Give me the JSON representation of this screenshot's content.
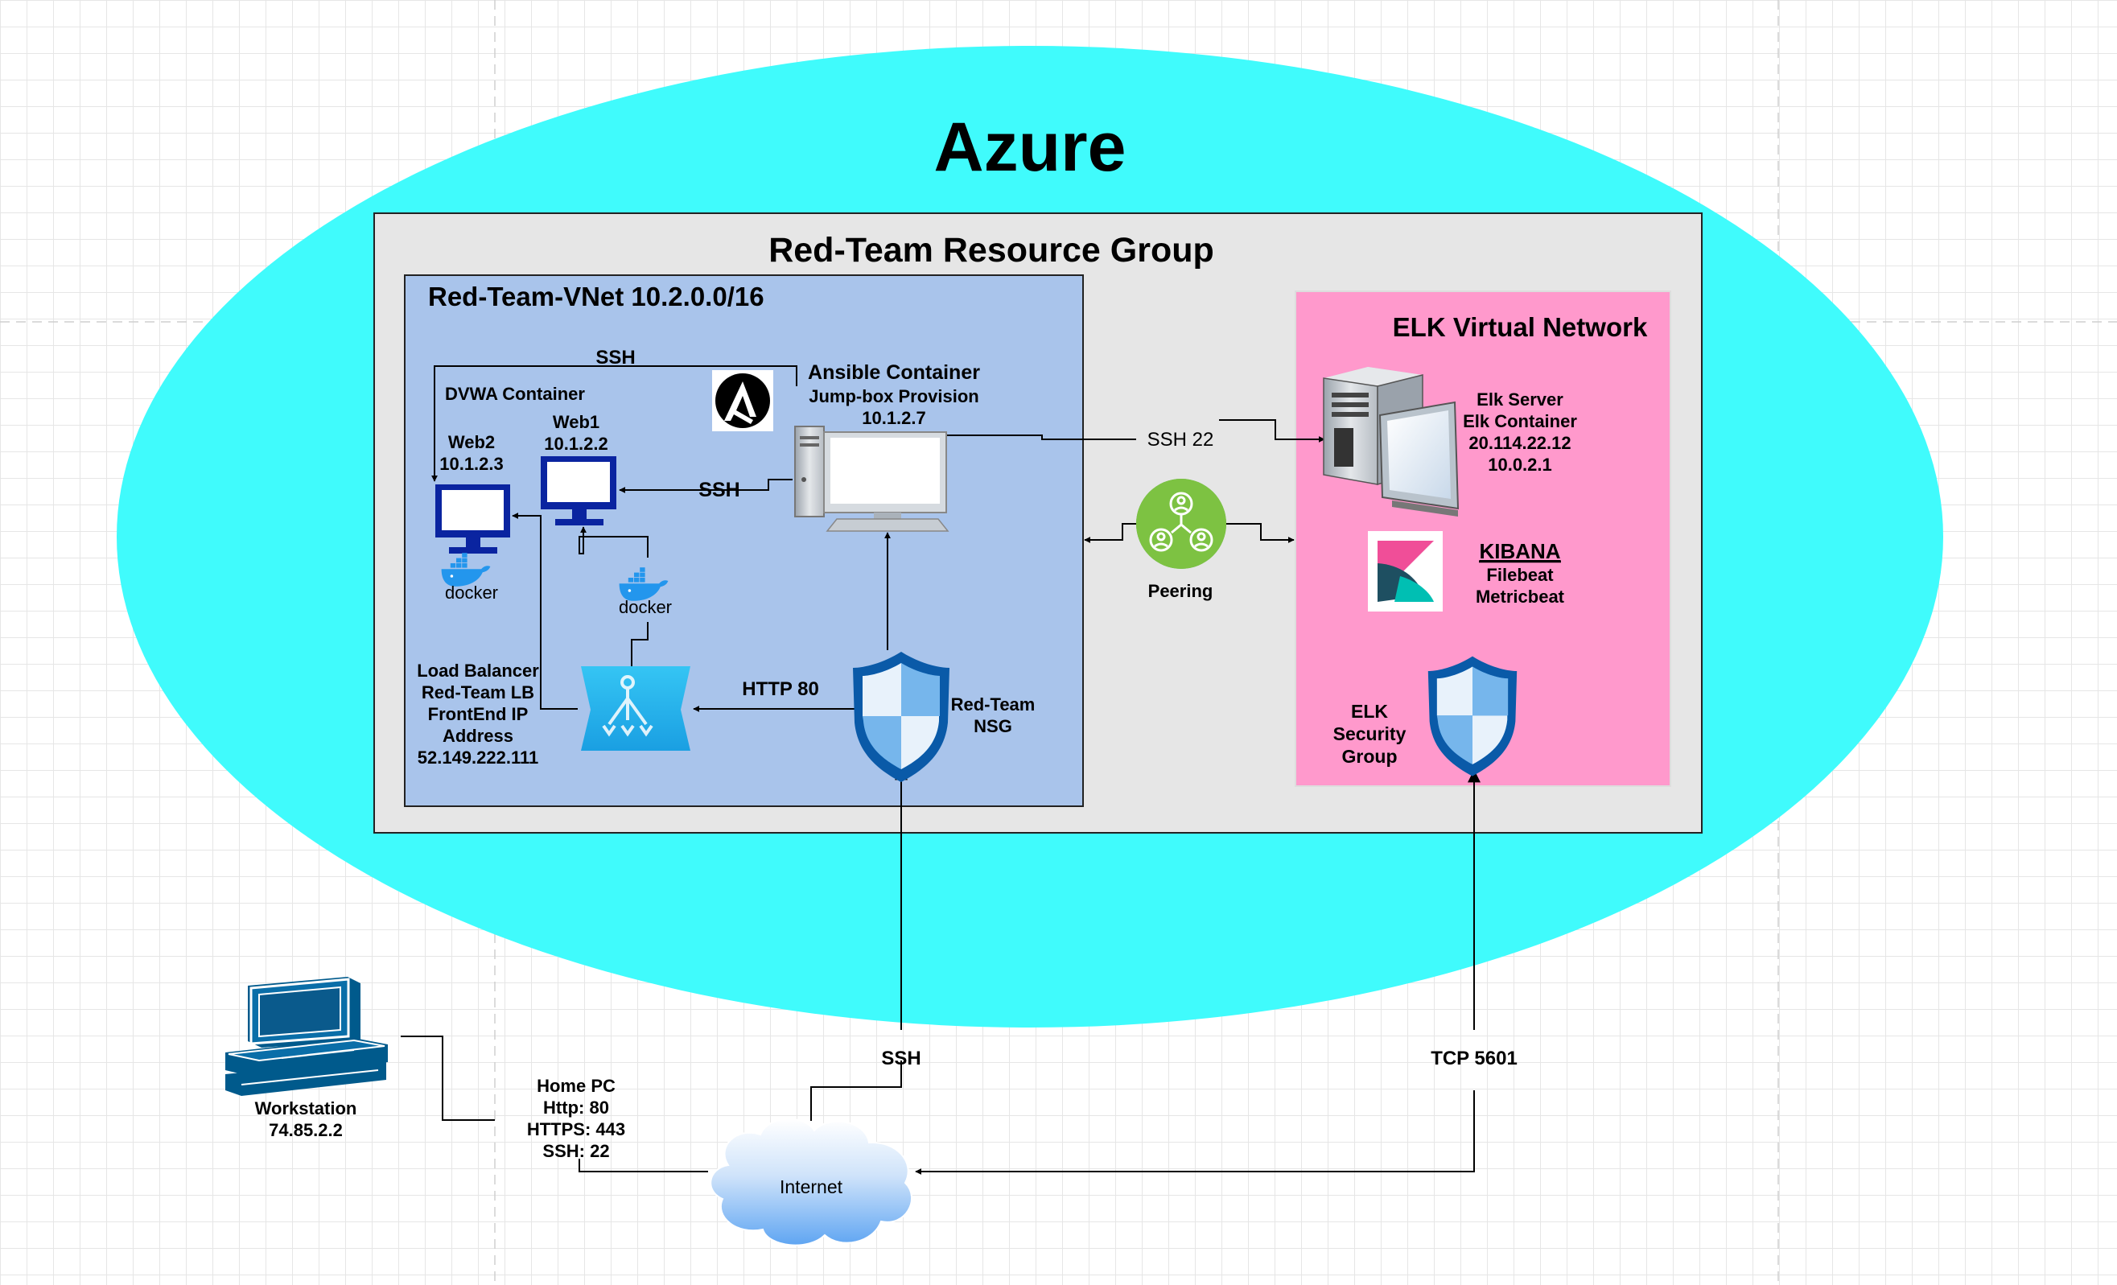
{
  "azure": {
    "title": "Azure",
    "color": "#40fbfc"
  },
  "resource_group": {
    "title": "Red-Team Resource Group",
    "fill": "#e6e6e6"
  },
  "vnet": {
    "title": "Red-Team-VNet 10.2.0.0/16",
    "fill": "#a9c4eb"
  },
  "elk_network": {
    "title": "ELK Virtual Network",
    "fill": "#ff99cc",
    "server": [
      "Elk Server",
      "Elk Container",
      "20.114.22.12",
      "10.0.2.1"
    ],
    "kibana": {
      "title": "KIBANA",
      "lines": [
        "Filebeat",
        "Metricbeat"
      ]
    },
    "security_group": [
      "ELK",
      "Security",
      "Group"
    ]
  },
  "dvwa_label": "DVWA Container",
  "web2": [
    "Web2",
    "10.1.2.3"
  ],
  "web1": [
    "Web1",
    "10.1.2.2"
  ],
  "docker_text": "docker",
  "ansible": [
    "Ansible Container",
    "Jump-box Provision",
    "10.1.2.7"
  ],
  "load_balancer": [
    "Load Balancer",
    "Red-Team LB",
    "FrontEnd IP",
    "Address",
    "52.149.222.111"
  ],
  "nsg": [
    "Red-Team",
    "NSG"
  ],
  "peering": "Peering",
  "workstation": [
    "Workstation",
    "74.85.2.2"
  ],
  "home_pc": [
    "Home PC",
    "Http: 80",
    "HTTPS: 443",
    "SSH: 22"
  ],
  "internet": "Internet",
  "edges": {
    "ssh_top": "SSH",
    "ssh_web1": "SSH",
    "ssh22": "SSH 22",
    "http80": "HTTP 80",
    "ssh_internet": "SSH",
    "tcp5601": "TCP 5601"
  }
}
